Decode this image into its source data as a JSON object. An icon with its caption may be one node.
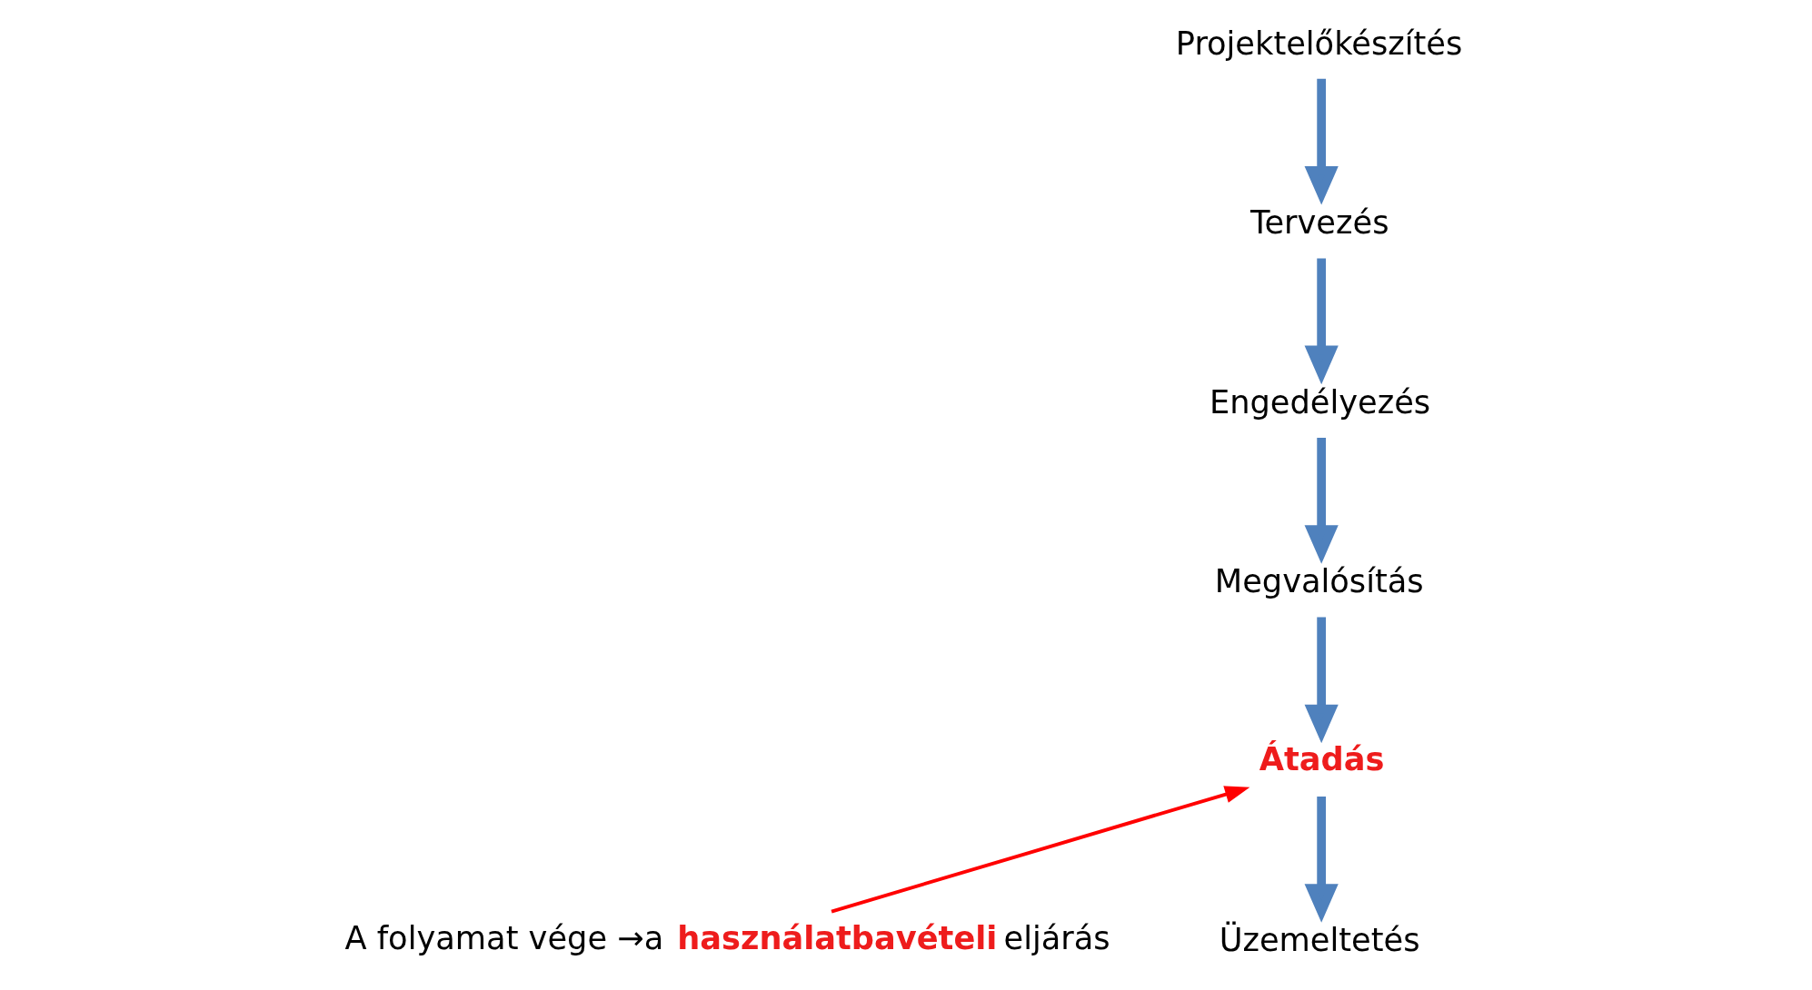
{
  "diagram": {
    "nodes": [
      {
        "text": [
          "Projektelőkészítés"
        ]
      },
      {
        "text": [
          "Tervezés"
        ]
      },
      {
        "text": [
          "Engedélyezés"
        ]
      },
      {
        "text": [
          "Megvalósítás"
        ]
      },
      {
        "text": [
          "Átadás"
        ]
      },
      {
        "text": [
          "Üzemeltetés"
        ]
      },
      {
        "text": [
          "A folyamat vége →a **használatbavételi** eljárás"
        ]
      }
    ],
    "edges": [
      {
        "from": 0,
        "to": 1,
        "arrow": "to"
      },
      {
        "from": 1,
        "to": 2,
        "arrow": "to"
      },
      {
        "from": 2,
        "to": 3,
        "arrow": "to"
      },
      {
        "from": 3,
        "to": 4,
        "arrow": "to"
      },
      {
        "from": 4,
        "to": 5,
        "arrow": "to"
      },
      {
        "from": 6,
        "to": 4,
        "arrow": "to",
        "color": "#ff0000"
      }
    ]
  }
}
